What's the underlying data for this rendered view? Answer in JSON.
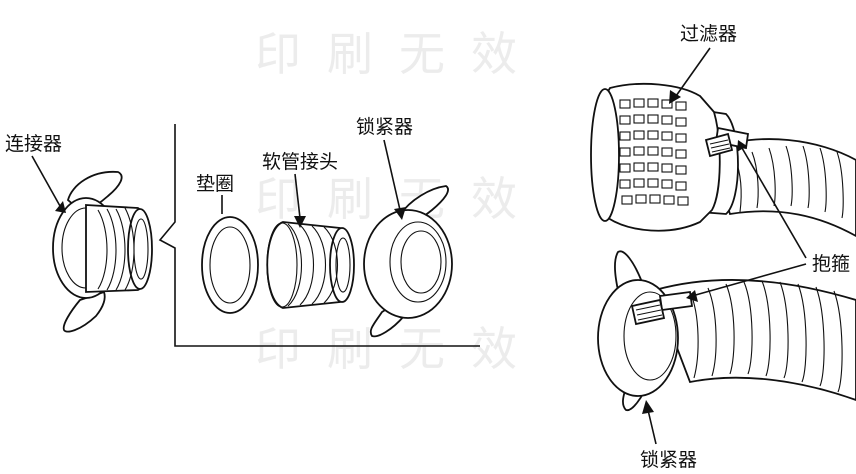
{
  "watermark": "印刷无效",
  "labels": {
    "connector": "连接器",
    "gasket": "垫圈",
    "hose_fitting": "软管接头",
    "locker_top": "锁紧器",
    "filter": "过滤器",
    "clamp": "抱箍",
    "locker_bottom": "锁紧器"
  }
}
